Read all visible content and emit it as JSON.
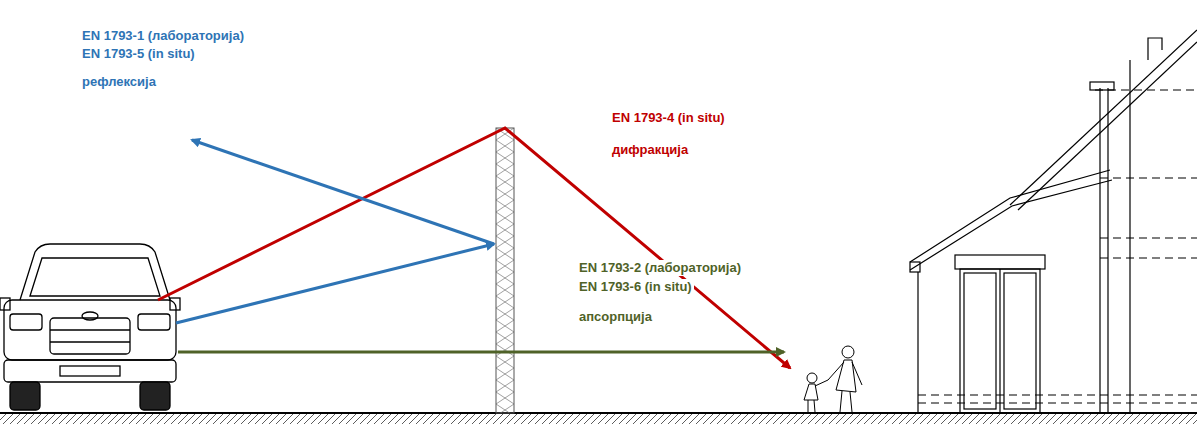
{
  "diagram": {
    "labels": [
      "EN 1793-1 (лабораторија)",
      "EN 1793-5 (in situ)",
      "рефлексија",
      "EN 1793-4 (in situ)",
      "дифракција",
      "EN 1793-2 (лабораторија)",
      "EN 1793-6 (in situ)",
      "апсорпција"
    ]
  }
}
